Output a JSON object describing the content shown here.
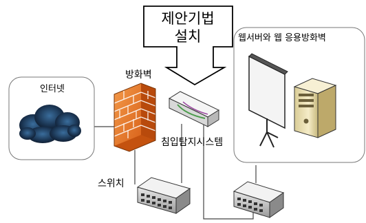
{
  "callout": {
    "line1": "제안기법",
    "line2": "설치"
  },
  "groups": {
    "internet": "인터넷",
    "web_zone": "웹서버와 웹 응용방화벽"
  },
  "labels": {
    "firewall": "방화벽",
    "ids": "침입탐지시스템",
    "switch": "스위치"
  },
  "icons": {
    "cloud": "cloud-icon",
    "firewall": "brick-firewall-icon",
    "ids": "network-appliance-icon",
    "server": "server-tower-icon",
    "screen": "projector-screen-icon",
    "switch": "network-switch-icon"
  },
  "colors": {
    "cloud_dark": "#0e1a2b",
    "cloud_light": "#3a6d9c",
    "firewall": "#e87422",
    "firewall_mortar": "#ffffff",
    "outline": "#333333",
    "server_body": "#efe3b4",
    "screen_fill": "#f4f4f4",
    "line": "#444444"
  }
}
